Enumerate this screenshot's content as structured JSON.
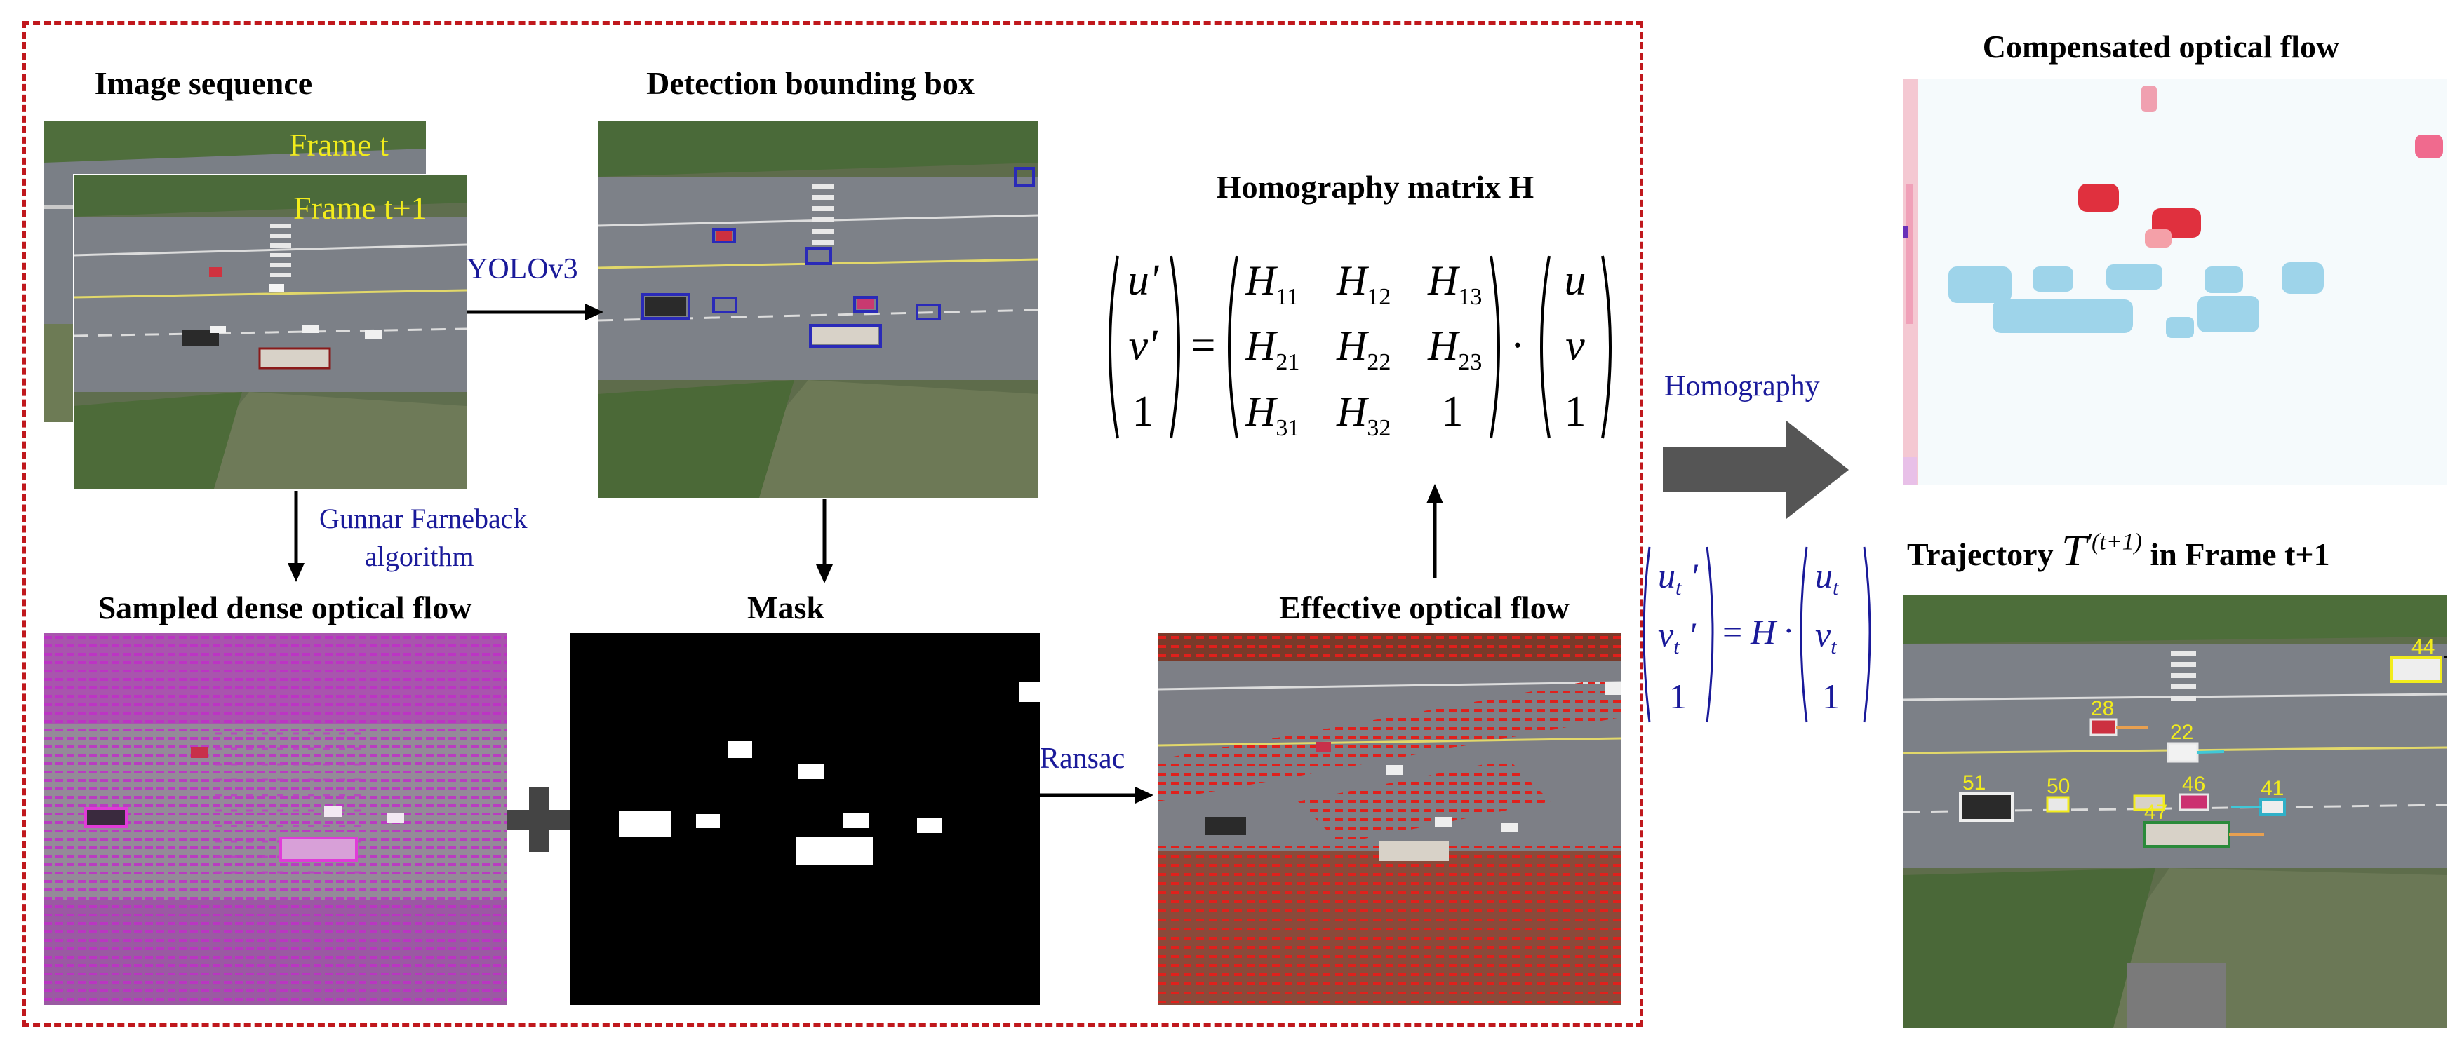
{
  "titles": {
    "image_sequence": "Image sequence",
    "detection_bbox": "Detection bounding box",
    "homography_matrix": "Homography matrix  H",
    "compensated_flow": "Compensated  optical flow",
    "sampled_flow": "Sampled dense optical flow",
    "mask": "Mask",
    "effective_flow": "Effective optical flow",
    "trajectory_prefix": "Trajectory",
    "trajectory_suffix": "in  Frame t+1"
  },
  "frame_labels": {
    "frame_t": "Frame t",
    "frame_t1": "Frame t+1"
  },
  "arrow_labels": {
    "yolo": "YOLOv3",
    "farneback_line1": "Gunnar Farneback",
    "farneback_line2": "algorithm",
    "ransac": "Ransac",
    "homography": "Homography"
  },
  "track_ids": [
    "44",
    "28",
    "22",
    "51",
    "50",
    "46",
    "41",
    "47"
  ],
  "colors": {
    "frame_border": "#c0181d",
    "blue_text": "#1a1a9a",
    "frame_label": "#f2ec1c",
    "flow_magenta": "#c02ec8",
    "flow_red": "#e0201c",
    "arrow_gray": "#555555"
  }
}
